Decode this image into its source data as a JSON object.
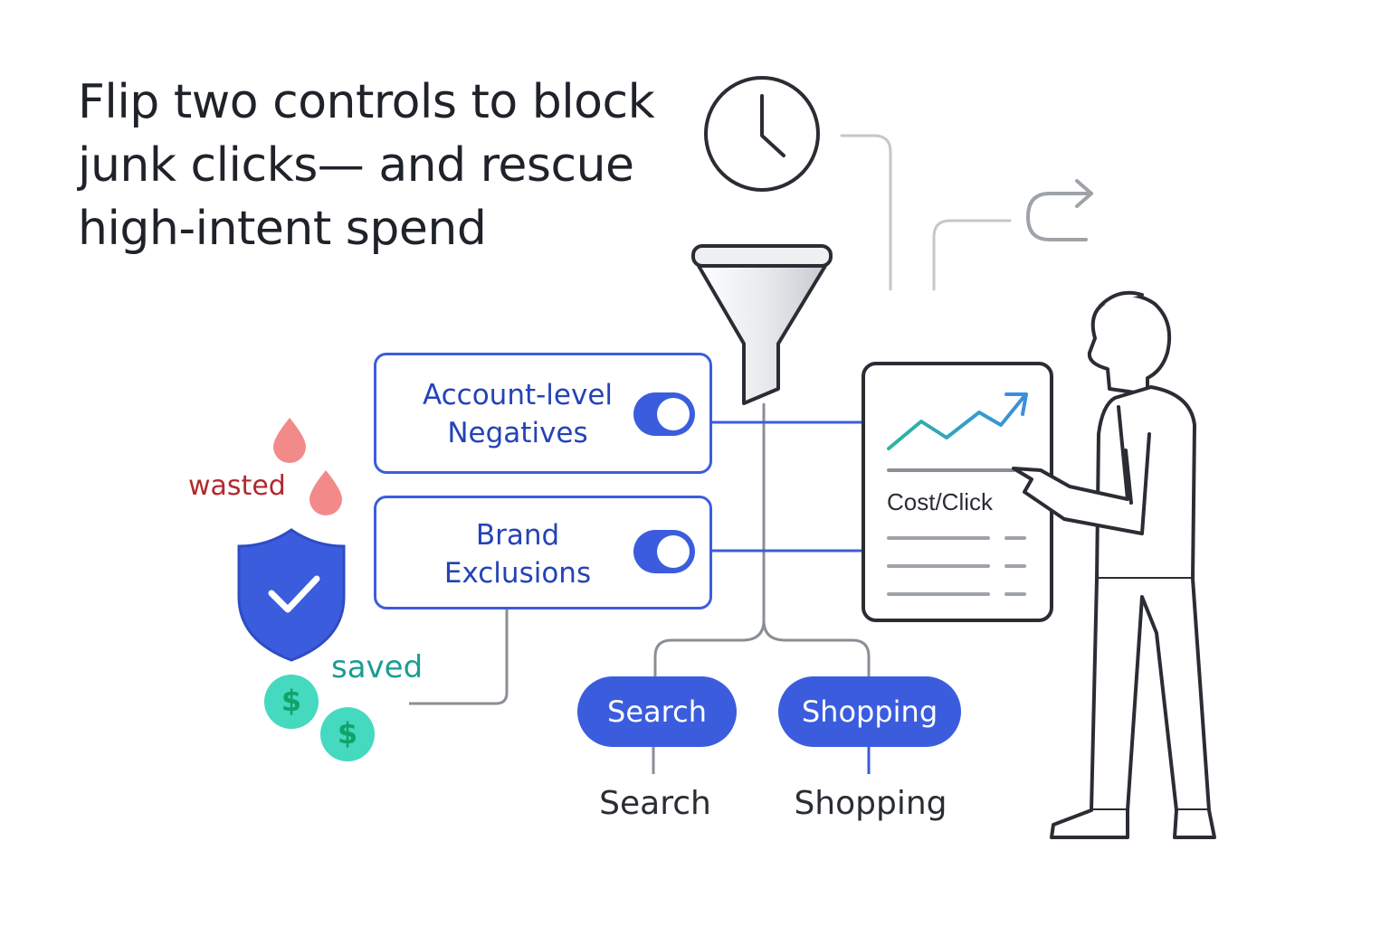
{
  "headline": "Flip two controls to block junk clicks— and rescue high-intent spend",
  "controls": [
    {
      "label_line1": "Account-level",
      "label_line2": "Negatives",
      "toggle_state": "on"
    },
    {
      "label_line1": "Brand",
      "label_line2": "Exclusions",
      "toggle_state": "on"
    }
  ],
  "channels": [
    {
      "button_label": "Search",
      "caption": "Search"
    },
    {
      "button_label": "Shopping",
      "caption": "Shopping"
    }
  ],
  "dashboard": {
    "metric_label": "Cost/Click"
  },
  "indicators": {
    "wasted_label": "wasted",
    "saved_label": "saved",
    "currency_glyph": "$"
  },
  "colors": {
    "accent_blue": "#3b5ddd",
    "label_blue": "#2443b8",
    "wasted_red": "#b3282d",
    "drop_pink": "#f08080",
    "saved_teal": "#1a9e93",
    "coin_teal": "#45d9c0",
    "trend_gradient": [
      "#2bb6a0",
      "#3b5ddd"
    ]
  },
  "icons": [
    "clock-icon",
    "redirect-arrow-icon",
    "funnel-icon",
    "shield-check-icon",
    "droplet-icon",
    "dollar-coin-icon",
    "person-illustration"
  ]
}
